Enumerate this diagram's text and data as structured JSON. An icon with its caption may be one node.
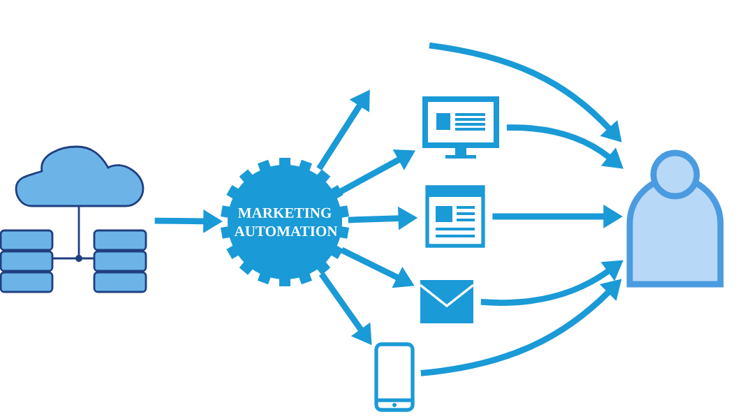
{
  "diagram": {
    "nodes": [
      {
        "text": [],
        "shape": "picture"
      },
      {
        "text": [
          "MARKETING AUTOMATION"
        ]
      },
      {
        "text": [],
        "shape": "picture"
      },
      {
        "text": [],
        "shape": "picture"
      },
      {
        "text": [],
        "shape": "picture"
      },
      {
        "text": [],
        "shape": "picture"
      },
      {
        "text": [],
        "shape": "person"
      }
    ],
    "edges": [
      {
        "from": 0,
        "to": 1,
        "arrow": "to"
      },
      {
        "from": 1,
        "to": null,
        "arrow": "to"
      },
      {
        "from": 1,
        "to": 2,
        "arrow": "to"
      },
      {
        "from": 1,
        "to": 3,
        "arrow": "to"
      },
      {
        "from": 1,
        "to": 4,
        "arrow": "to"
      },
      {
        "from": 1,
        "to": 5,
        "arrow": "to"
      },
      {
        "from": null,
        "to": 6,
        "arrow": "to"
      },
      {
        "from": 2,
        "to": 6,
        "arrow": "to"
      },
      {
        "from": 3,
        "to": 6,
        "arrow": "to"
      },
      {
        "from": 4,
        "to": 6,
        "arrow": "to"
      },
      {
        "from": 5,
        "to": 6,
        "arrow": "to"
      }
    ]
  }
}
